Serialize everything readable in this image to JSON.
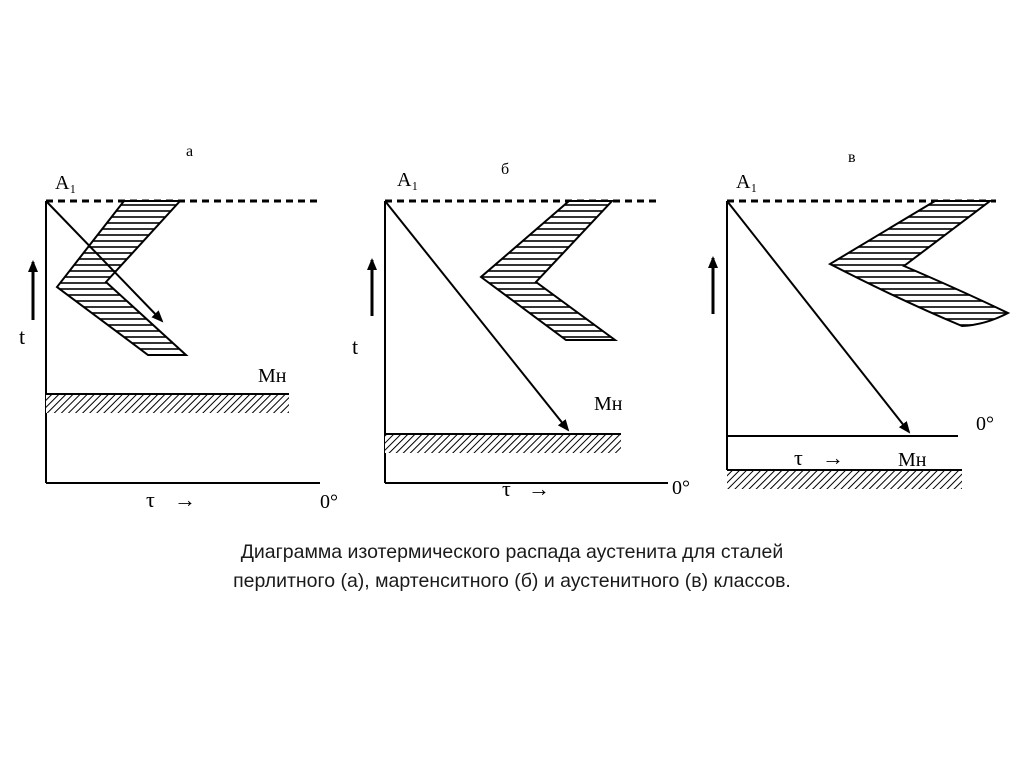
{
  "colors": {
    "ink": "#000000",
    "background": "#ffffff",
    "caption": "#1a1a1a"
  },
  "panels": [
    {
      "id": "a",
      "letter": "a",
      "a1_label": "A₁",
      "t_label": "t",
      "tau_label": "τ",
      "tau_arrow": "→",
      "temp_label": "0°",
      "ms_label": "Мн"
    },
    {
      "id": "b",
      "letter": "б",
      "a1_label": "A₁",
      "t_label": "t",
      "tau_label": "τ",
      "tau_arrow": "→",
      "temp_label": "0°",
      "ms_label": "Мн"
    },
    {
      "id": "v",
      "letter": "в",
      "a1_label": "A₁",
      "tau_label": "τ",
      "tau_arrow": "→",
      "temp_label": "0°",
      "ms_label": "Мн"
    }
  ],
  "caption": {
    "line1": "Диаграмма изотермического распада аустенита для сталей",
    "line2": "перлитного (а), мартенситного (б) и аустенитного (в) классов."
  }
}
